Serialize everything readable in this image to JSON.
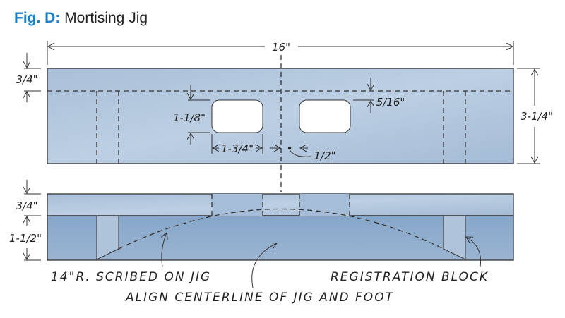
{
  "title": {
    "fig": "Fig. D:",
    "name": "Mortising Jig"
  },
  "colors": {
    "accent": "#1a7fc4",
    "jig_fill": "#b3c8de",
    "foot_fill": "#8eaccb",
    "block_fill": "#afc4db"
  },
  "dimensions": {
    "overall_length": "16\"",
    "top_thickness": "3/4\"",
    "overall_height": "3-1/4\"",
    "slot_offset": "5/16\"",
    "slot_height": "1-1/8\"",
    "slot_width": "1-3/4\"",
    "center_gap": "1/2\"",
    "side_top_thickness": "3/4\"",
    "foot_height": "1-1/2\""
  },
  "callouts": {
    "radius": "14\"R. SCRIBED ON JIG",
    "registration": "REGISTRATION BLOCK",
    "align": "ALIGN CENTERLINE OF JIG AND FOOT"
  }
}
